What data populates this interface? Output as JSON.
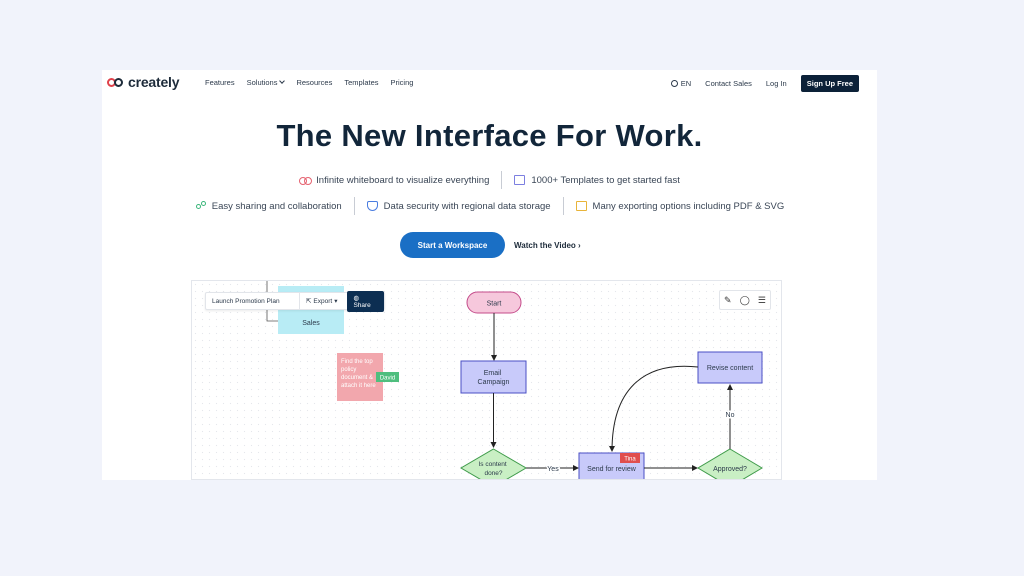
{
  "nav": {
    "logo": "creately",
    "links": [
      "Features",
      "Solutions",
      "Resources",
      "Templates",
      "Pricing"
    ],
    "language": "EN",
    "contact": "Contact Sales",
    "login": "Log In",
    "signup": "Sign Up Free"
  },
  "hero": {
    "title": "The New Interface For Work.",
    "features_row1": [
      "Infinite whiteboard to visualize everything",
      "1000+ Templates to get started fast"
    ],
    "features_row2": [
      "Easy sharing and collaboration",
      "Data security with regional data storage",
      "Many exporting options including PDF & SVG"
    ],
    "cta": "Start a Workspace",
    "video": "Watch the Video"
  },
  "editor": {
    "doc_name": "Launch Promotion Plan",
    "export": "Export",
    "share": "Share",
    "shapes": {
      "sales": "Sales",
      "note": [
        "Find the top",
        "policy",
        "document &",
        "attach it here"
      ],
      "david": "David",
      "start": "Start",
      "email": [
        "Email",
        "Campaign"
      ],
      "content_done": [
        "Is content",
        "done?"
      ],
      "yes": "Yes",
      "send": "Send for review",
      "tina": "Tina",
      "approved": "Approved?",
      "no": "No",
      "revise": "Revise content"
    }
  },
  "colors": {
    "brand": "#1a6fc5",
    "navy": "#0c2138",
    "process": "#c8cafa",
    "decision": "#c9efc4",
    "start": "#f6c8dc"
  }
}
